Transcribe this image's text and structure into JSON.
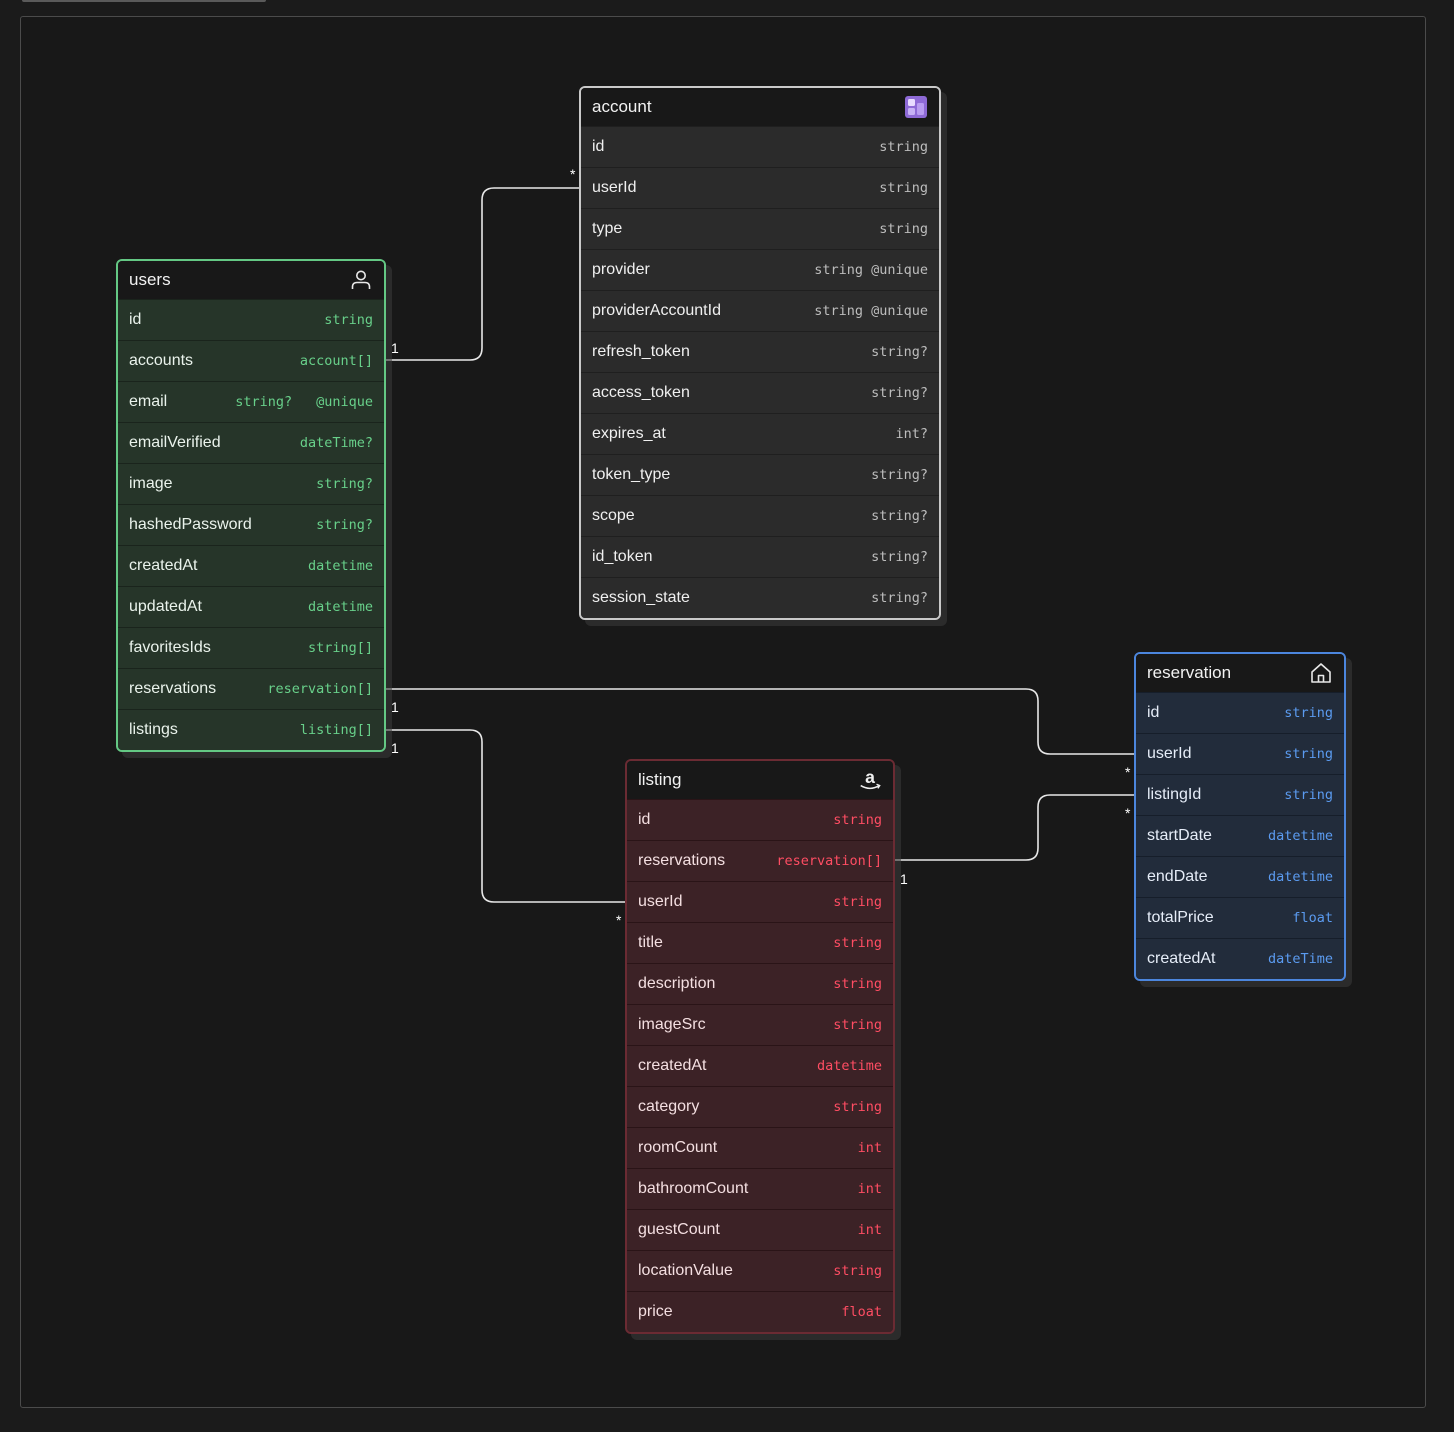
{
  "diagram": {
    "tables": {
      "account": {
        "title": "account",
        "icon": "app-icon",
        "accent": "#c9c9c9",
        "fields": [
          {
            "name": "id",
            "type": "string"
          },
          {
            "name": "userId",
            "type": "string"
          },
          {
            "name": "type",
            "type": "string"
          },
          {
            "name": "provider",
            "type": "string @unique"
          },
          {
            "name": "providerAccountId",
            "type": "string @unique"
          },
          {
            "name": "refresh_token",
            "type": "string?"
          },
          {
            "name": "access_token",
            "type": "string?"
          },
          {
            "name": "expires_at",
            "type": "int?"
          },
          {
            "name": "token_type",
            "type": "string?"
          },
          {
            "name": "scope",
            "type": "string?"
          },
          {
            "name": "id_token",
            "type": "string?"
          },
          {
            "name": "session_state",
            "type": "string?"
          }
        ]
      },
      "users": {
        "title": "users",
        "icon": "user-icon",
        "accent": "#64c884",
        "fields": [
          {
            "name": "id",
            "type": "string"
          },
          {
            "name": "accounts",
            "type": "account[]"
          },
          {
            "name": "email",
            "type": "string?",
            "attr": "@unique"
          },
          {
            "name": "emailVerified",
            "type": "dateTime?"
          },
          {
            "name": "image",
            "type": "string?"
          },
          {
            "name": "hashedPassword",
            "type": "string?"
          },
          {
            "name": "createdAt",
            "type": "datetime"
          },
          {
            "name": "updatedAt",
            "type": "datetime"
          },
          {
            "name": "favoritesIds",
            "type": "string[]"
          },
          {
            "name": "reservations",
            "type": "reservation[]"
          },
          {
            "name": "listings",
            "type": "listing[]"
          }
        ]
      },
      "listing": {
        "title": "listing",
        "icon": "amazon-icon",
        "accent": "#ff4d63",
        "fields": [
          {
            "name": "id",
            "type": "string"
          },
          {
            "name": "reservations",
            "type": "reservation[]"
          },
          {
            "name": "userId",
            "type": "string"
          },
          {
            "name": "title",
            "type": "string"
          },
          {
            "name": "description",
            "type": "string"
          },
          {
            "name": "imageSrc",
            "type": "string"
          },
          {
            "name": "createdAt",
            "type": "datetime"
          },
          {
            "name": "category",
            "type": "string"
          },
          {
            "name": "roomCount",
            "type": "int"
          },
          {
            "name": "bathroomCount",
            "type": "int"
          },
          {
            "name": "guestCount",
            "type": "int"
          },
          {
            "name": "locationValue",
            "type": "string"
          },
          {
            "name": "price",
            "type": "float"
          }
        ]
      },
      "reservation": {
        "title": "reservation",
        "icon": "house-icon",
        "accent": "#4c86dd",
        "fields": [
          {
            "name": "id",
            "type": "string"
          },
          {
            "name": "userId",
            "type": "string"
          },
          {
            "name": "listingId",
            "type": "string"
          },
          {
            "name": "startDate",
            "type": "datetime"
          },
          {
            "name": "endDate",
            "type": "datetime"
          },
          {
            "name": "totalPrice",
            "type": "float"
          },
          {
            "name": "createdAt",
            "type": "dateTime"
          }
        ]
      }
    },
    "relations": {
      "users_accounts": {
        "one": "1",
        "many": "*"
      },
      "users_reservations": {
        "one": "1",
        "many": "*"
      },
      "users_listings": {
        "one": "1",
        "many": "*"
      },
      "listing_reservations": {
        "one": "1",
        "many": "*"
      }
    }
  }
}
